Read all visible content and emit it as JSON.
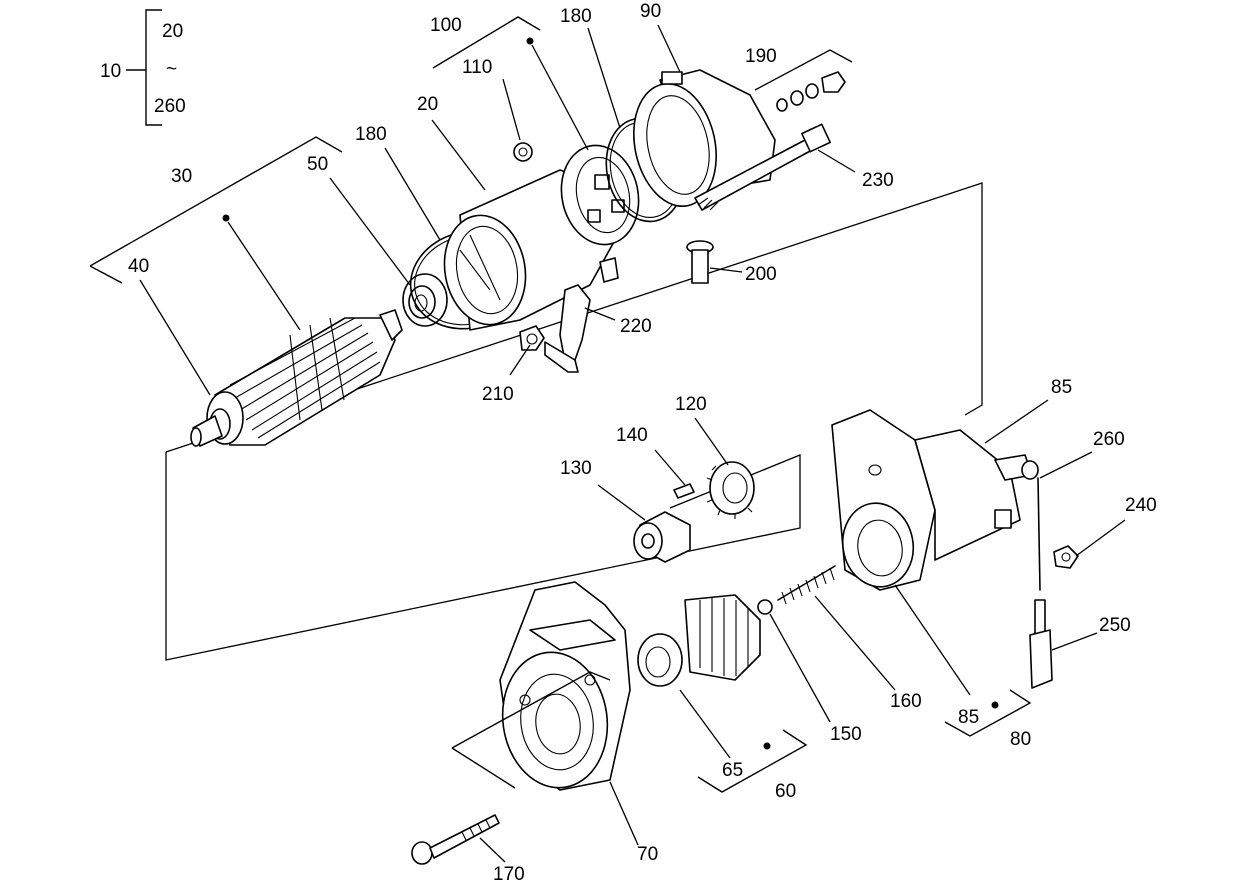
{
  "labels": {
    "l10": "10",
    "l20a": "20",
    "l260a": "260",
    "tilde": "~",
    "l100": "100",
    "l180a": "180",
    "l90": "90",
    "l190": "190",
    "l110": "110",
    "l20b": "20",
    "l180b": "180",
    "l30": "30",
    "l50": "50",
    "l230": "230",
    "l40": "40",
    "l200": "200",
    "l220": "220",
    "l210": "210",
    "l85a": "85",
    "l120": "120",
    "l140": "140",
    "l260b": "260",
    "l130": "130",
    "l240": "240",
    "l250": "250",
    "l160": "160",
    "l150": "150",
    "l85b": "85",
    "l80": "80",
    "l65": "65",
    "l60": "60",
    "l70": "70",
    "l170": "170"
  }
}
